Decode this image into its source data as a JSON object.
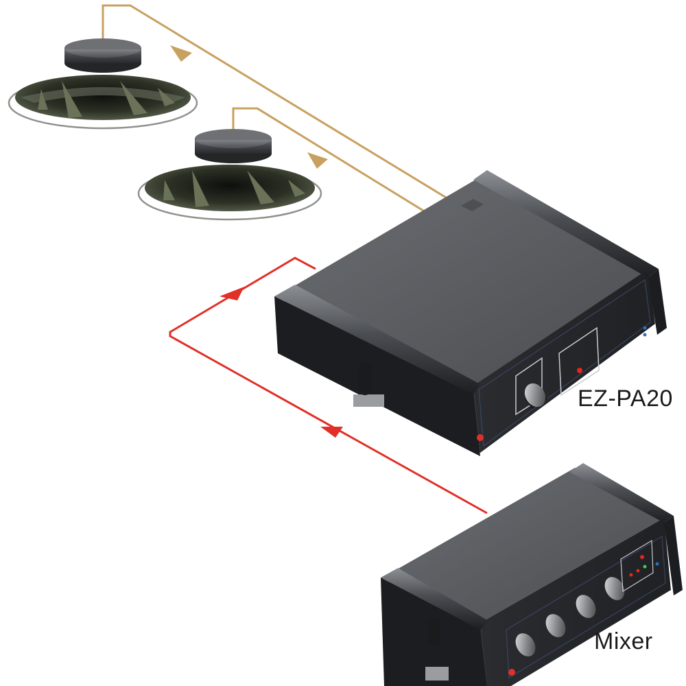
{
  "labels": {
    "amplifier": "EZ-PA20",
    "mixer": "Mixer"
  },
  "colors": {
    "speaker_wire": "#c8a060",
    "line_signal": "#e03028",
    "chassis_top": "#5b5e62",
    "chassis_front": "#2b2d31",
    "endcap": "#1c1d20",
    "cone": "#3e4434",
    "led": "#e0281e"
  },
  "devices": [
    {
      "id": "speaker-left",
      "kind": "speaker"
    },
    {
      "id": "speaker-right",
      "kind": "speaker"
    },
    {
      "id": "amplifier",
      "kind": "power-amplifier",
      "controls": [
        "level-knob"
      ],
      "indicators": [
        "protection-led"
      ]
    },
    {
      "id": "mixer",
      "kind": "mixer",
      "controls": [
        "input-1-knob",
        "input-2-knob",
        "input-3-knob",
        "input-4-knob"
      ]
    }
  ],
  "connections": [
    {
      "from": "amplifier",
      "to": "speaker-left",
      "type": "speaker-wire"
    },
    {
      "from": "amplifier",
      "to": "speaker-right",
      "type": "speaker-wire"
    },
    {
      "from": "mixer",
      "to": "amplifier",
      "type": "line-signal"
    }
  ]
}
